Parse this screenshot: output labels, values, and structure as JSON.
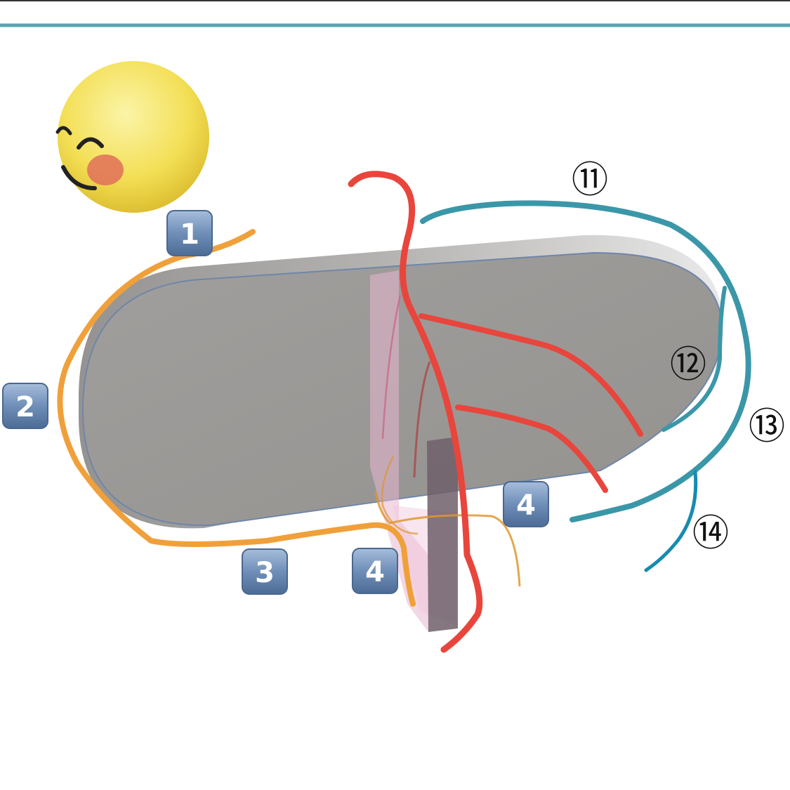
{
  "diagram": {
    "keycap_labels": [
      "1",
      "2",
      "3",
      "4",
      "4"
    ],
    "circled_labels": [
      "⑪",
      "⑫",
      "⑬",
      "⑭"
    ],
    "colors": {
      "top_rule": "#5aa6b3",
      "slab_top": "#9c9a98",
      "slab_side": "#7d7b79",
      "slab_edge_highlight": "#d9d9d9",
      "orange_path": "#f0a03a",
      "red_path": "#e8453c",
      "teal_path": "#3a97a8",
      "teal_path_dark": "#178bb0",
      "pink_panel": "#e7b6cf",
      "dark_panel": "#6f5f6a",
      "keycap_fill": "#6f8fb8",
      "emoji_yellow": "#f4e25a"
    },
    "icons": [
      "smiling-face-emoji-icon",
      "keycap-icon"
    ]
  }
}
